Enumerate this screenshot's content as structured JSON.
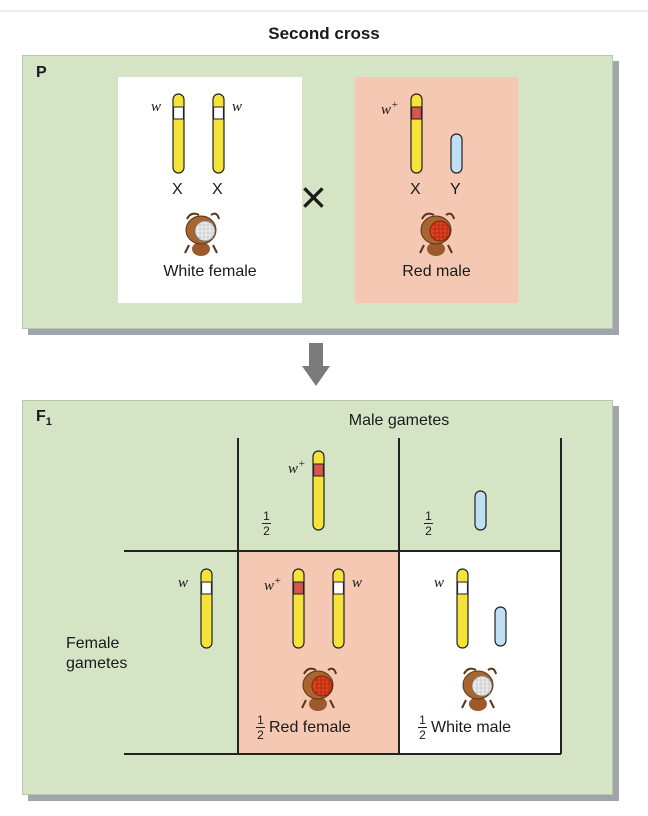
{
  "title": "Second cross",
  "parental": {
    "label": "P",
    "female": {
      "caption": "White female",
      "allele_left": "w",
      "allele_right": "w",
      "chrom_left": "X",
      "chrom_right": "X"
    },
    "male": {
      "caption": "Red male",
      "allele": "w",
      "allele_sup": "+",
      "chrom_left": "X",
      "chrom_right": "Y"
    },
    "cross_symbol": "×"
  },
  "f1": {
    "label": "F",
    "label_sub": "1",
    "male_gametes": "Male gametes",
    "female_gametes_line1": "Female",
    "female_gametes_line2": "gametes",
    "male_gamete_x": {
      "allele": "w",
      "allele_sup": "+",
      "frac_num": "1",
      "frac_den": "2"
    },
    "male_gamete_y": {
      "frac_num": "1",
      "frac_den": "2"
    },
    "female_gamete": {
      "allele": "w"
    },
    "offspring_red_female": {
      "allele_left": "w",
      "allele_left_sup": "+",
      "allele_right": "w",
      "frac_num": "1",
      "frac_den": "2",
      "caption": "Red female"
    },
    "offspring_white_male": {
      "allele": "w",
      "frac_num": "1",
      "frac_den": "2",
      "caption": "White male"
    }
  },
  "colors": {
    "panel": "#d6e4c6",
    "red_box": "#f5c8b4",
    "x_chrom": "#f5e33a",
    "y_chrom": "#bfe0f2",
    "red_band": "#d9534f",
    "white_band": "#ffffff"
  }
}
